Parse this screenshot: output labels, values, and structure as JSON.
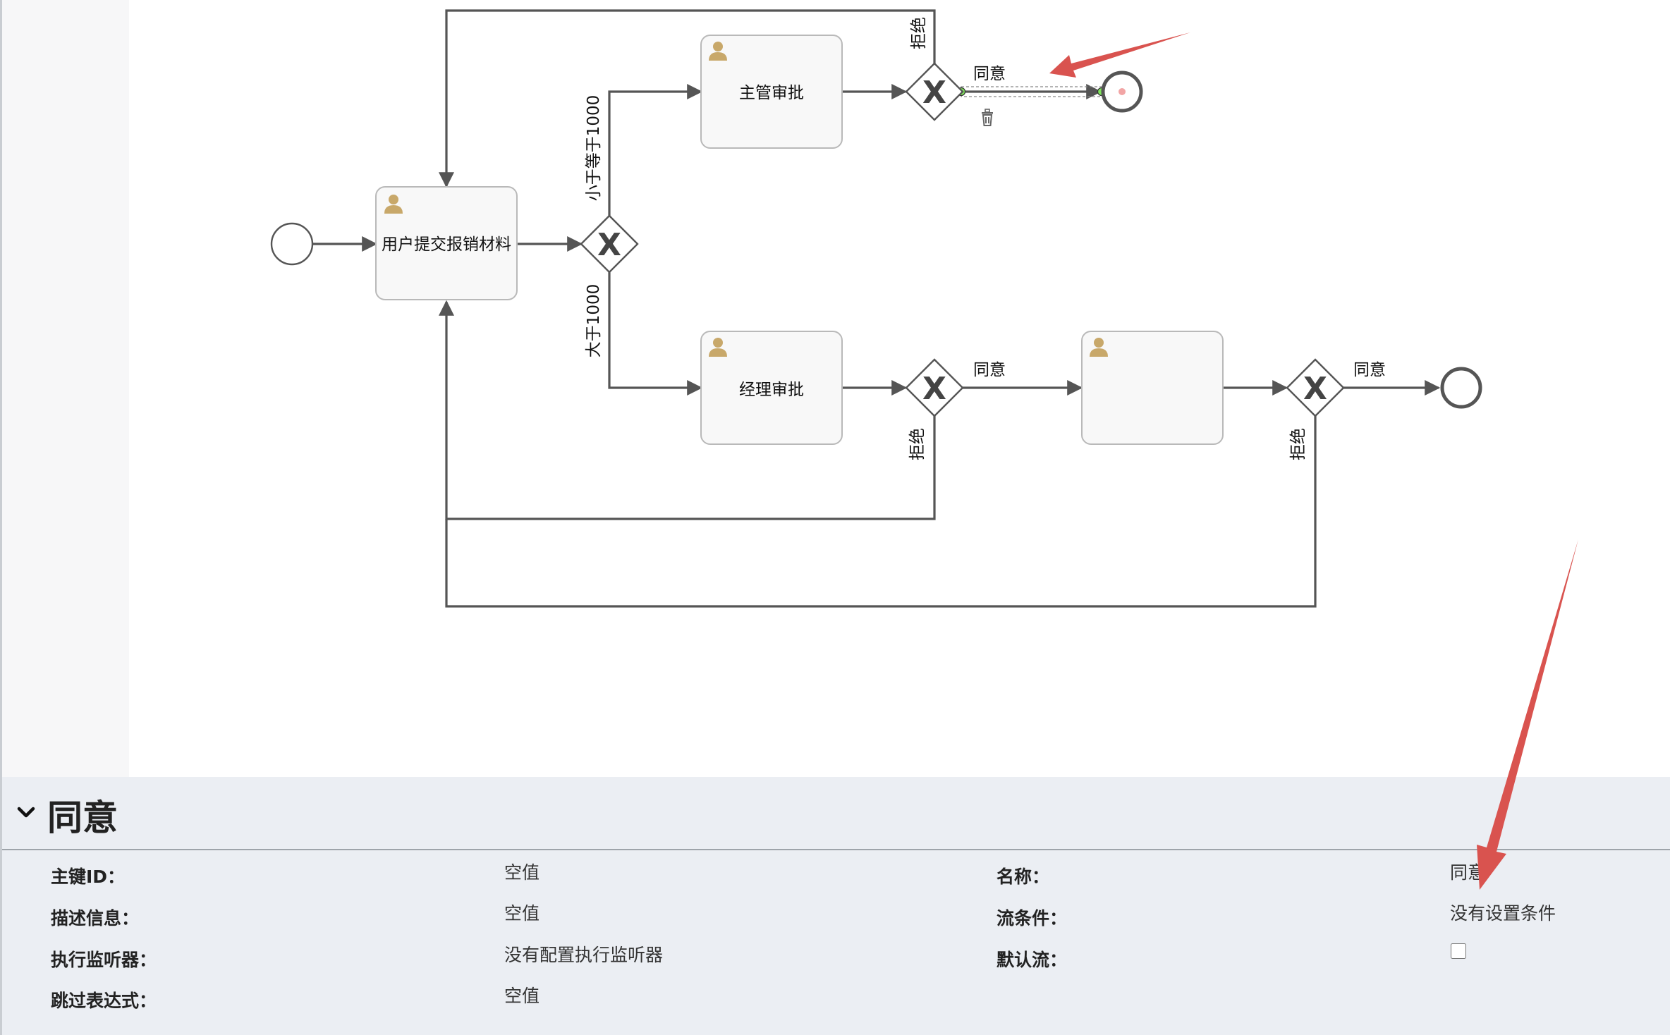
{
  "diagram": {
    "tasks": {
      "submit": "用户提交报销材料",
      "supervisor": "主管审批",
      "manager": "经理审批",
      "third": ""
    },
    "flows": {
      "lte1000": "小于等于1000",
      "gt1000": "大于1000",
      "reject_top": "拒绝",
      "agree_top": "同意",
      "agree_mid": "同意",
      "reject_mid": "拒绝",
      "agree_right": "同意",
      "reject_right": "拒绝"
    },
    "gateway_glyph": "X",
    "icons": [
      "user-icon",
      "trash-icon",
      "gateway-x-icon",
      "chevron-down-icon"
    ],
    "colors": {
      "flow_line": "#555555",
      "annotation_arrow": "#d9534f",
      "selection_handle": "#7fe35b",
      "panel_background": "#ebeef3"
    }
  },
  "properties": {
    "title": "同意",
    "labels": {
      "id": "主键ID：",
      "desc": "描述信息：",
      "listener": "执行监听器：",
      "skip": "跳过表达式：",
      "name": "名称：",
      "condition": "流条件：",
      "default": "默认流："
    },
    "values": {
      "id": "空值",
      "desc": "空值",
      "listener": "没有配置执行监听器",
      "skip": "空值",
      "name": "同意",
      "condition": "没有设置条件"
    },
    "default_flow_checked": false
  }
}
